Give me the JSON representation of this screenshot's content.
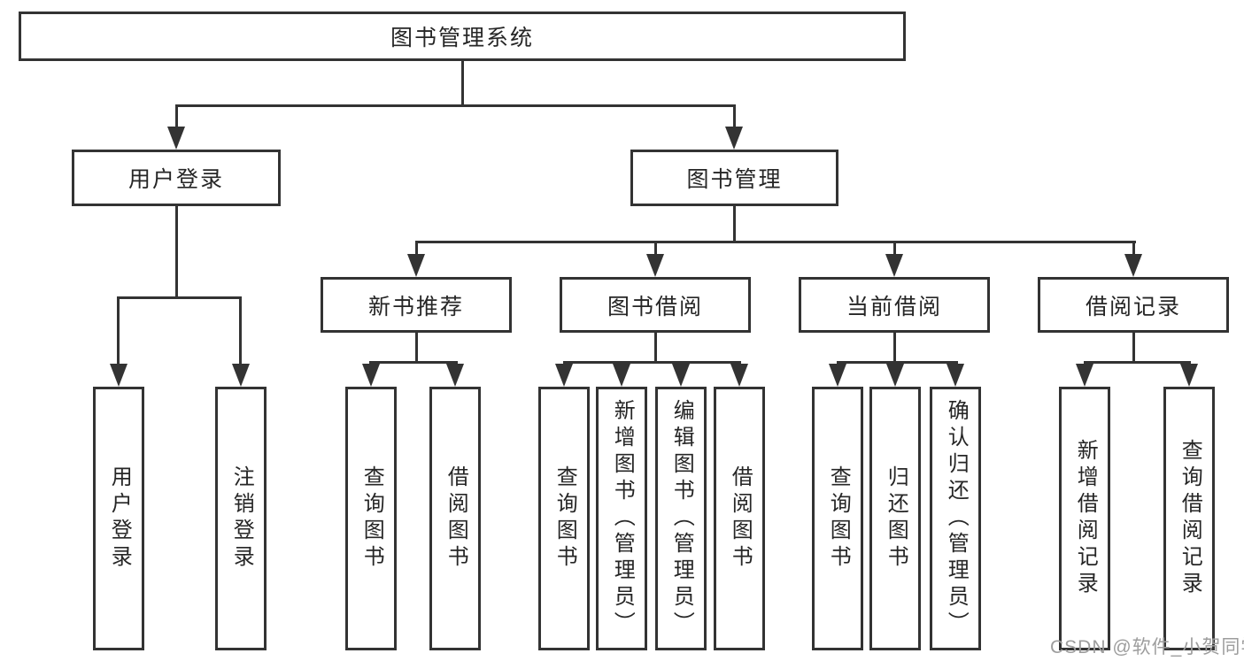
{
  "colors": {
    "line": "#333333",
    "text": "#262626",
    "bg": "#ffffff",
    "watermark": "#9d9d9d"
  },
  "nodes": {
    "root": "图书管理系统",
    "user_login": "用户登录",
    "book_management": "图书管理",
    "new_book_recommend": "新书推荐",
    "book_borrow": "图书借阅",
    "current_borrow": "当前借阅",
    "borrow_records": "借阅记录",
    "user_login_leaf": "用户登录",
    "logout_leaf": "注销登录",
    "query_books_recommend": "查询图书",
    "borrow_books_recommend": "借阅图书",
    "query_books_borrow": "查询图书",
    "add_books_admin": "新增图书（管理员）",
    "edit_books_admin": "编辑图书（管理员）",
    "borrow_books_borrow": "借阅图书",
    "query_books_current": "查询图书",
    "return_books": "归还图书",
    "confirm_return_admin": "确认归还（管理员）",
    "add_borrow_record": "新增借阅记录",
    "query_borrow_record": "查询借阅记录"
  },
  "watermark": "CSDN @软件_小贺同学"
}
